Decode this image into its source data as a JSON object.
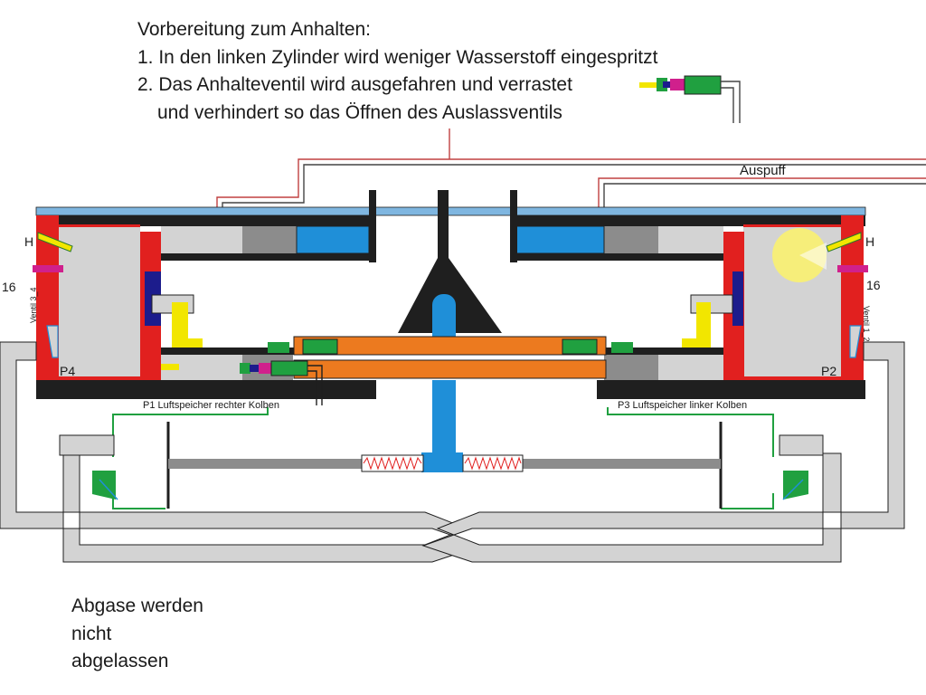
{
  "notes": {
    "heading": "Vorbereitung zum Anhalten:",
    "step_1": "1. In den linken Zylinder wird weniger Wasserstoff eingespritzt",
    "step_2": "2. Das Anhalteventil wird ausgefahren und verrastet",
    "step_2_cont": "und verhindert so das Öffnen des Auslassventils"
  },
  "labels": {
    "exhaust": "Auspuff",
    "h_left": "H",
    "h_right": "H",
    "num_left": "16",
    "num_right": "16",
    "valve_left": "Ventil 3_4",
    "valve_right": "Ventil 1_2",
    "p4": "P4",
    "p2": "P2",
    "p1": "P1 Luftspeicher rechter Kolben",
    "p3": "P3 Luftspeicher linker Kolben"
  },
  "status": {
    "line_1": "Abgase werden",
    "line_2": "nicht",
    "line_3": "abgelassen"
  },
  "colors": {
    "cylinder_red": "#e1201f",
    "wall_black": "#1f1f1f",
    "top_plate_blue": "#7fb6e0",
    "piston_blue": "#1f8fd8",
    "crossbar_orange": "#ec7a1f",
    "latch_green": "#20a040",
    "injector_yellow": "#f2e600",
    "spark_yellow": "#f6ee7a",
    "channel_grey": "#d3d3d3",
    "piston_grey": "#8c8c8c",
    "magenta": "#d0208c"
  },
  "icons": {
    "spark": "ignition-flash-icon",
    "injector": "hydrogen-injector-icon",
    "latch": "stop-valve-latch-icon"
  }
}
